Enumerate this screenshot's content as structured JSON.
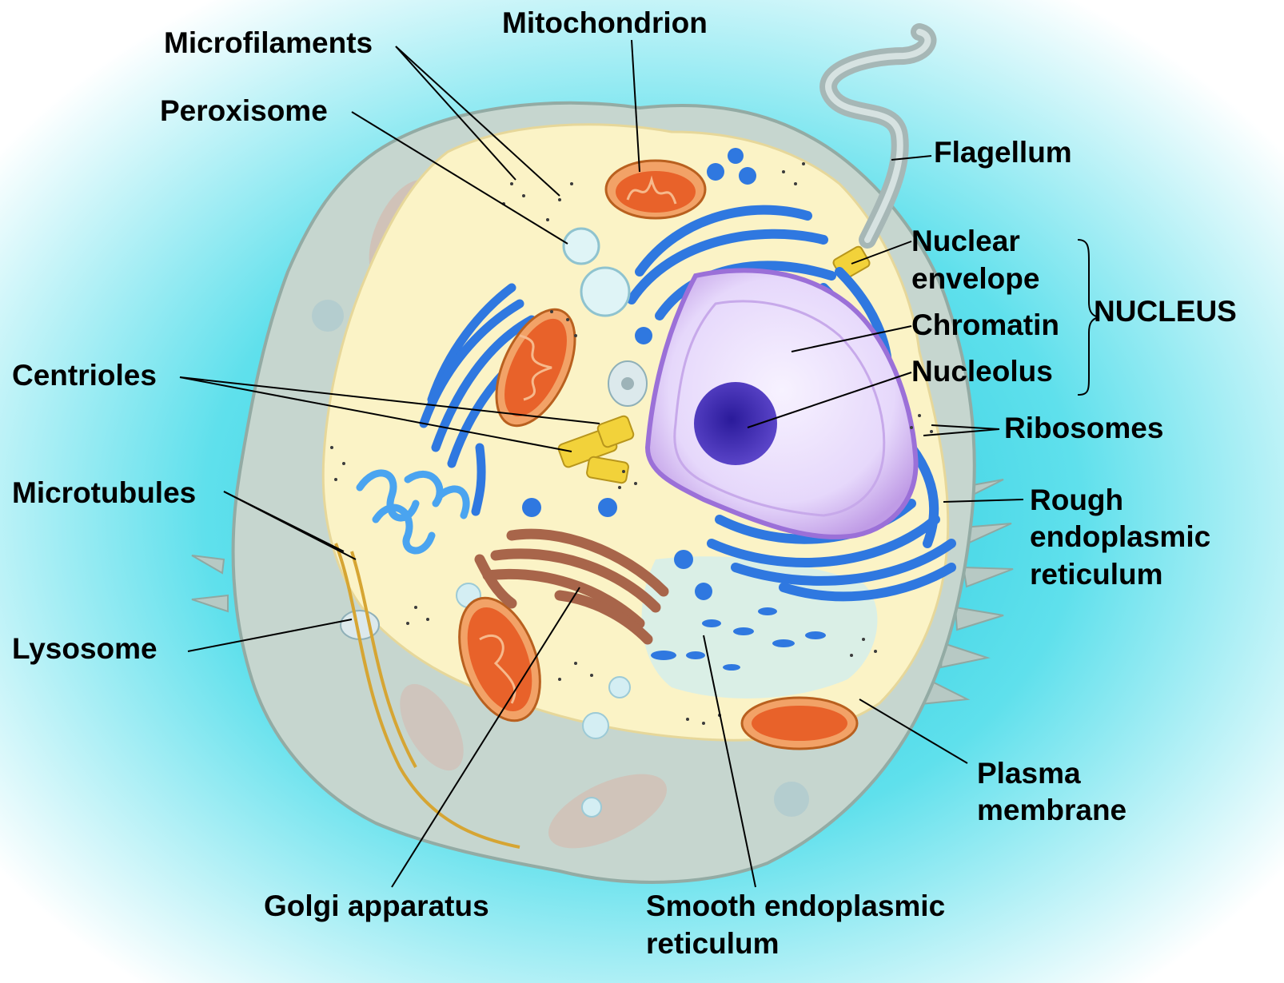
{
  "labels": {
    "microfilaments": "Microfilaments",
    "mitochondrion": "Mitochondrion",
    "peroxisome": "Peroxisome",
    "flagellum": "Flagellum",
    "nuclear_envelope_1": "Nuclear",
    "nuclear_envelope_2": "envelope",
    "chromatin": "Chromatin",
    "nucleolus": "Nucleolus",
    "nucleus": "NUCLEUS",
    "centrioles": "Centrioles",
    "ribosomes": "Ribosomes",
    "microtubules": "Microtubules",
    "rough_er_1": "Rough",
    "rough_er_2": "endoplasmic",
    "rough_er_3": "reticulum",
    "lysosome": "Lysosome",
    "plasma_membrane_1": "Plasma",
    "plasma_membrane_2": "membrane",
    "golgi": "Golgi apparatus",
    "smooth_er_1": "Smooth endoplasmic",
    "smooth_er_2": "reticulum"
  },
  "colors": {
    "background_outer": "#ffffff",
    "background_glow": "#2fd6e6",
    "cell_outer": "#c9d9d2",
    "cytoplasm": "#fbf4c8",
    "nucleus_envelope": "#c4a6e6",
    "nucleus_interior": "#f2ecfb",
    "nucleolus": "#3a28a8",
    "rough_er": "#2f78e0",
    "mitochondrion": "#e8622a",
    "golgi": "#a8654a",
    "centriole": "#f2d23a",
    "flagellum": "#a7b8b8"
  }
}
